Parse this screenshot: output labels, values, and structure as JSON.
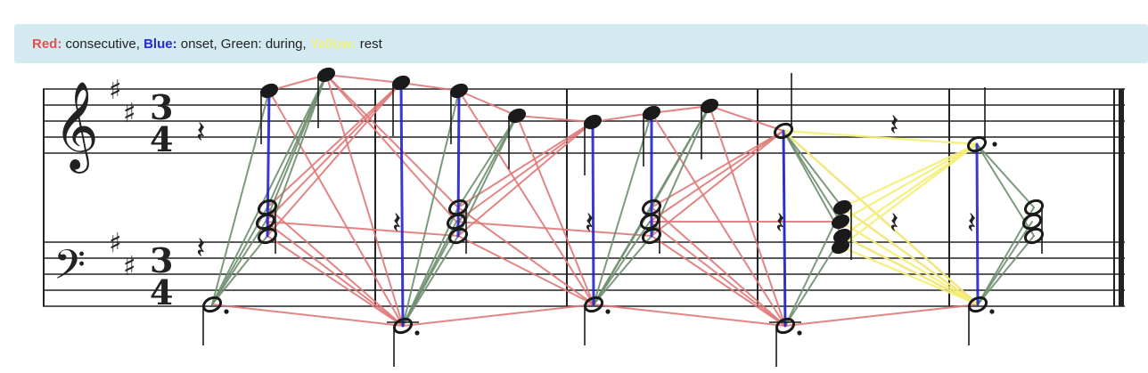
{
  "legend": {
    "items": [
      {
        "key": "Red:",
        "value": "consecutive",
        "color": "#e05050",
        "bold": true
      },
      {
        "key": "Blue:",
        "value": "onset",
        "color": "#2a2acc",
        "bold": true
      },
      {
        "key": "Green:",
        "value": "during",
        "color": "#222222",
        "bold": false
      },
      {
        "key": "Yellow:",
        "value": "rest",
        "color": "#f0f07a",
        "bold": true
      }
    ]
  },
  "score": {
    "time_signature": {
      "top": "3",
      "bottom": "4"
    },
    "key_signature": "D major",
    "edge_colors": {
      "consecutive": "#e07878",
      "onset": "#2424d0",
      "during": "#6f8f6f",
      "rest": "#f5f07a"
    }
  }
}
